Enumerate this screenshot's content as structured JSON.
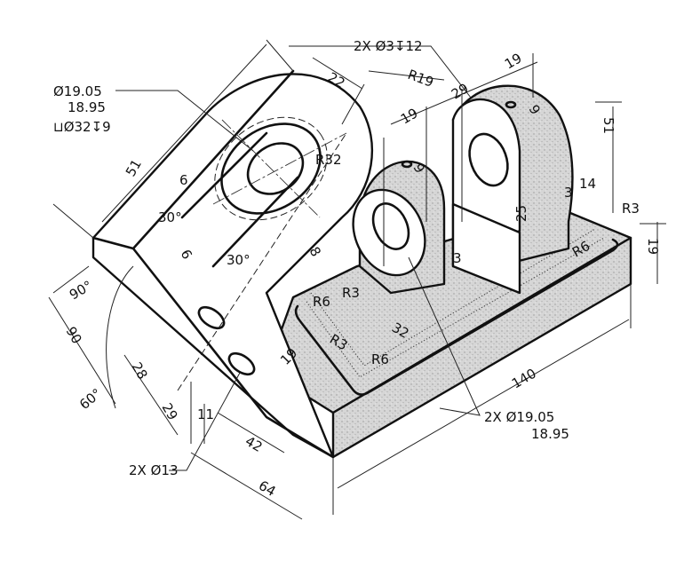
{
  "colors": {
    "ink": "#111111",
    "shading": "#cfcfcf",
    "paper": "#ffffff"
  },
  "labels": {
    "counterbore_dia_upper": "Ø19.05",
    "counterbore_dia_lower": "18.95",
    "counterbore_spec": "⊔Ø32↧9",
    "boss_width": "22",
    "bracket_length": "51",
    "boss_radius": "R32",
    "slot_depth_a": "6",
    "slot_depth_b": "6",
    "slot_angle_a": "30°",
    "slot_angle_b": "30°",
    "boss_offset": "8",
    "angle_90": "90°",
    "bracket_height": "90",
    "angle_60": "60°",
    "hole_spacing_a": "28",
    "hole_spacing_b": "29",
    "hole_offset": "11",
    "hole_position": "42",
    "bracket_depth": "64",
    "bracket_holes": "2X Ø13",
    "pad_edge": "19",
    "fillet_r6_a": "R6",
    "fillet_r3_a": "R3",
    "pad_width": "32",
    "fillet_r3_b": "R3",
    "fillet_r6_b": "R6",
    "base_length": "140",
    "lug_holes_upper": "2X Ø19.05",
    "lug_holes_lower": "18.95",
    "lug_fillet_3": "3",
    "base_fillet_r6": "R6",
    "base_edge_r3": "R3",
    "base_height": "19",
    "lug_offset_14": "14",
    "lug_step_3": "3",
    "lug_height": "51",
    "lug_gap_height": "25",
    "pin_hole_pos_a": "9",
    "pin_hole_pos_b": "9",
    "lug_thickness_a": "19",
    "lug_gap": "29",
    "lug_thickness_b": "19",
    "lug_radius": "R19",
    "pin_holes": "2X Ø3↧12"
  }
}
